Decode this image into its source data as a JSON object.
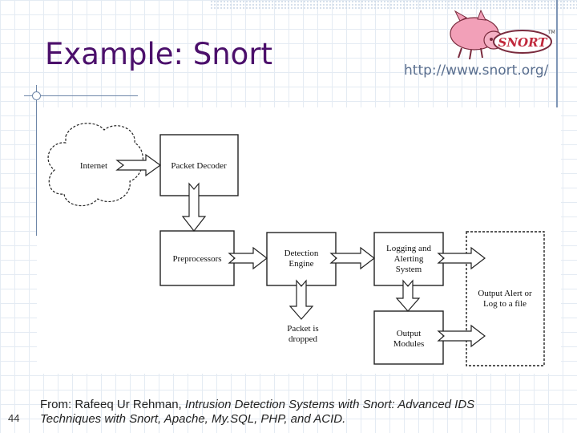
{
  "slide": {
    "title": "Example: Snort",
    "url": "http://www.snort.org/",
    "logo_text": "SNORT",
    "logo_tm": "TM",
    "slide_number": "44",
    "citation": {
      "prefix": "From: Rafeeq Ur Rehman, ",
      "book_title": "Intrusion Detection Systems with Snort: Advanced IDS Techniques with Snort, Apache, My.SQL, PHP, and ACID."
    }
  },
  "diagram": {
    "internet": "Internet",
    "packet_decoder": "Packet Decoder",
    "preprocessors": "Preprocessors",
    "detection_engine": [
      "Detection",
      "Engine"
    ],
    "logging_alerting": [
      "Logging and",
      "Alerting",
      "System"
    ],
    "output_modules": [
      "Output",
      "Modules"
    ],
    "packet_dropped": [
      "Packet is",
      "dropped"
    ],
    "output_alert": [
      "Output Alert or",
      "Log to a file"
    ]
  },
  "colors": {
    "title": "#4b0f6b",
    "url": "#5a6f8f",
    "grid": "#e4ebf3",
    "logo_pig": "#f2a0b8",
    "logo_text": "#c0283c"
  }
}
